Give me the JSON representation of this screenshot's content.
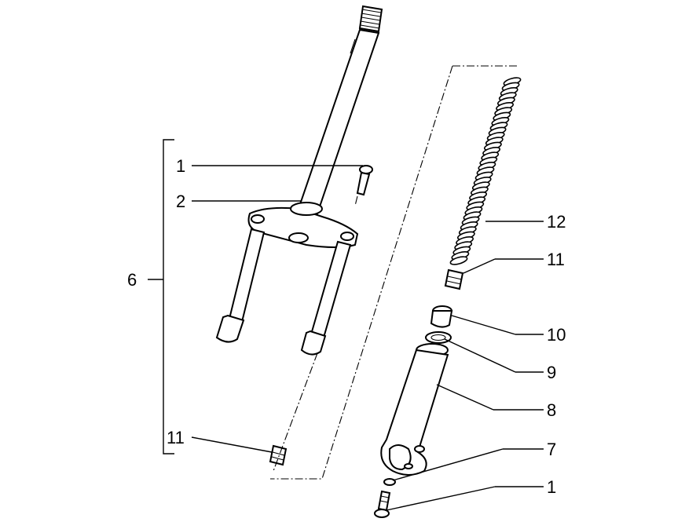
{
  "diagram": {
    "labels": {
      "l1_top": "1",
      "l2": "2",
      "l6": "6",
      "l11_left": "11",
      "l12": "12",
      "l11_right": "11",
      "l10": "10",
      "l9": "9",
      "l8": "8",
      "l7": "7",
      "l1_bottom": "1"
    }
  }
}
